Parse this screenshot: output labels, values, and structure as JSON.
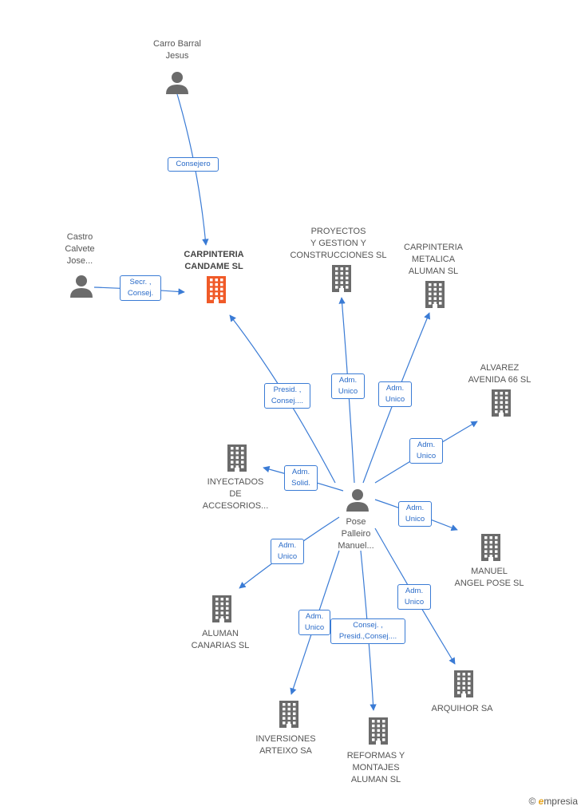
{
  "nodes": {
    "carro": {
      "label": "Carro Barral\nJesus",
      "kind": "person"
    },
    "castro": {
      "label": "Castro\nCalvete\nJose...",
      "kind": "person"
    },
    "candame": {
      "label": "CARPINTERIA\nCANDAME SL",
      "kind": "company-main"
    },
    "proyectos": {
      "label": "PROYECTOS\nY GESTION Y\nCONSTRUCCIONES SL",
      "kind": "company"
    },
    "metalica": {
      "label": "CARPINTERIA\nMETALICA\nALUMAN SL",
      "kind": "company"
    },
    "alvarez": {
      "label": "ALVAREZ\nAVENIDA 66  SL",
      "kind": "company"
    },
    "inyectados": {
      "label": "INYECTADOS\nDE\nACCESORIOS...",
      "kind": "company"
    },
    "pose": {
      "label": "Pose\nPalleiro\nManuel...",
      "kind": "person"
    },
    "manuel_angel": {
      "label": "MANUEL\nANGEL POSE  SL",
      "kind": "company"
    },
    "aluman_canarias": {
      "label": "ALUMAN\nCANARIAS SL",
      "kind": "company"
    },
    "arquihor": {
      "label": "ARQUIHOR SA",
      "kind": "company"
    },
    "inversiones": {
      "label": "INVERSIONES\nARTEIXO SA",
      "kind": "company"
    },
    "reformas": {
      "label": "REFORMAS Y\nMONTAJES\nALUMAN SL",
      "kind": "company"
    }
  },
  "edges": [
    {
      "from": "carro",
      "to": "candame",
      "label": "Consejero"
    },
    {
      "from": "castro",
      "to": "candame",
      "label": "Secr. ,\nConsej."
    },
    {
      "from": "pose",
      "to": "candame",
      "label": "Presid. ,\nConsej...."
    },
    {
      "from": "pose",
      "to": "proyectos",
      "label": "Adm.\nUnico"
    },
    {
      "from": "pose",
      "to": "metalica",
      "label": "Adm.\nUnico"
    },
    {
      "from": "pose",
      "to": "alvarez",
      "label": "Adm.\nUnico"
    },
    {
      "from": "pose",
      "to": "inyectados",
      "label": "Adm.\nSolid."
    },
    {
      "from": "pose",
      "to": "manuel_angel",
      "label": "Adm.\nUnico"
    },
    {
      "from": "pose",
      "to": "aluman_canarias",
      "label": "Adm.\nUnico"
    },
    {
      "from": "pose",
      "to": "arquihor",
      "label": "Adm.\nUnico"
    },
    {
      "from": "pose",
      "to": "inversiones",
      "label": "Adm.\nUnico"
    },
    {
      "from": "pose",
      "to": "reformas",
      "label": "Consej. ,\nPresid.,Consej...."
    }
  ],
  "colors": {
    "edge": "#3a7bd5",
    "icon": "#6b6b6b",
    "main_icon": "#f05a28"
  },
  "watermark": {
    "symbol": "©",
    "brand_initial": "e",
    "brand_rest": "mpresia"
  }
}
